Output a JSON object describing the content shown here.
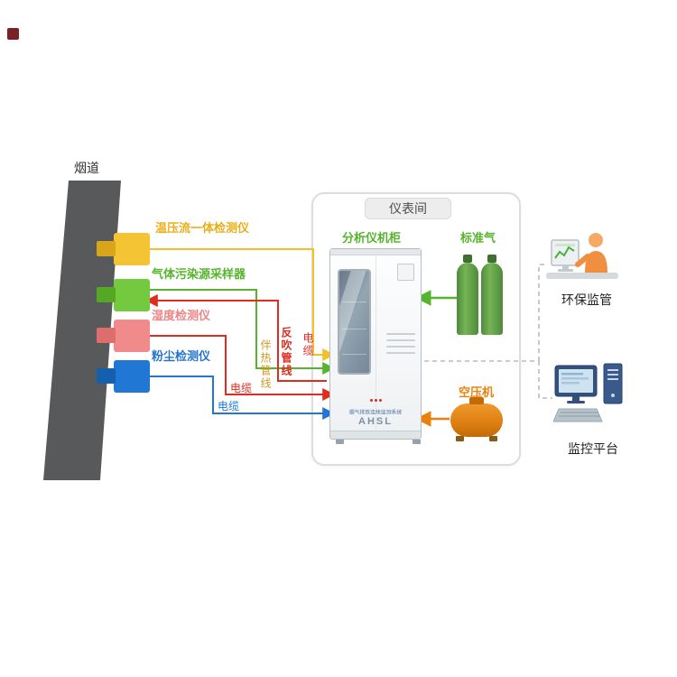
{
  "colors": {
    "yellow_line": "#f2c028",
    "green_line": "#55b42c",
    "red_line": "#e02b20",
    "blue_line": "#2078d4",
    "orange_line": "#e8820c",
    "dashed_line": "#bbbbbb",
    "heat_label": "#cf9a1e"
  },
  "diagram": {
    "chimney_label": "烟道",
    "sensors": [
      {
        "label": "温压流一体检测仪",
        "color": "#f5c435",
        "stub_color": "#d9a61a",
        "text_color": "#e9af1b"
      },
      {
        "label": "气体污染源采样器",
        "color": "#74ca3f",
        "stub_color": "#54a824",
        "text_color": "#55b42c"
      },
      {
        "label": "湿度检测仪",
        "color": "#f18a8a",
        "stub_color": "#de6e6e",
        "text_color": "#ee8585"
      },
      {
        "label": "粉尘检测仪",
        "color": "#2078d4",
        "stub_color": "#1560ae",
        "text_color": "#2473cc"
      }
    ],
    "line_labels": {
      "heat_trace": "伴热管线",
      "blowback": "反吹管线",
      "cable_top": "电缆",
      "cable_mid": "电缆",
      "cable_bottom": "电缆"
    },
    "room": {
      "title": "仪表间",
      "cabinet_title": "分析仪机柜",
      "standard_gas_title": "标准气",
      "compressor_title": "空压机",
      "cabinet_text_line1": "烟气排放连续监测系统",
      "cabinet_model": "AHSL"
    },
    "right_panel": {
      "supervision_label": "环保监管",
      "platform_label": "监控平台"
    }
  }
}
